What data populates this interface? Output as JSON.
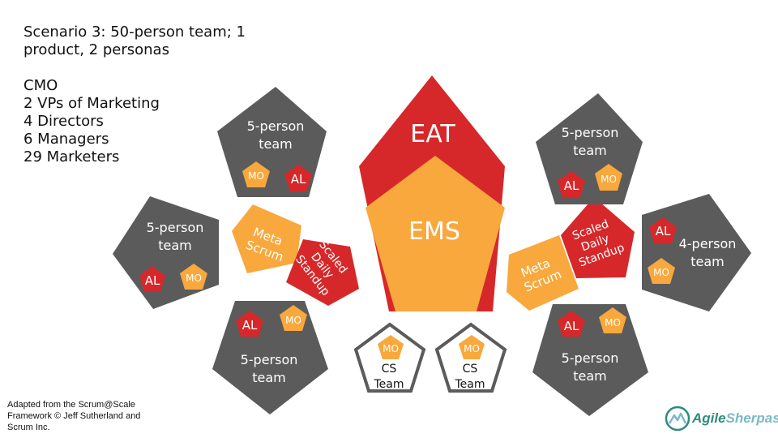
{
  "intro": {
    "title_line1": "Scenario 3: 50-person team; 1",
    "title_line2": "product, 2 personas",
    "roles": [
      "CMO",
      "2 VPs of Marketing",
      "4 Directors",
      "6 Managers",
      "29 Marketers"
    ]
  },
  "center": {
    "top_label": "EAT",
    "main_label": "EMS"
  },
  "teams": {
    "left_top_line1": "5-person",
    "left_top_line2": "team",
    "left_mid_line1": "5-person",
    "left_mid_line2": "team",
    "left_bottom_line1": "5-person",
    "left_bottom_line2": "team",
    "right_top_line1": "5-person",
    "right_top_line2": "team",
    "right_mid_line1": "4-person",
    "right_mid_line2": "team",
    "right_bottom_line1": "5-person",
    "right_bottom_line2": "team"
  },
  "badges": {
    "al": "AL",
    "mo": "MO"
  },
  "meta_scrum": {
    "line1": "Meta",
    "line2": "Scrum"
  },
  "scaled_standup": {
    "line1": "Scaled",
    "line2": "Daily",
    "line3": "Standup"
  },
  "cs_team": {
    "line1": "CS",
    "line2": "Team"
  },
  "credit": {
    "line1": "Adapted from the Scrum@Scale",
    "line2": "Framework © Jeff Sutherland and",
    "line3": "Scrum Inc."
  },
  "logo": {
    "part1": "Agile",
    "part2": "Sherpas"
  },
  "colors": {
    "gray": "#5b5b5b",
    "red": "#d6282a",
    "orange": "#f8a83c",
    "white": "#ffffff"
  }
}
